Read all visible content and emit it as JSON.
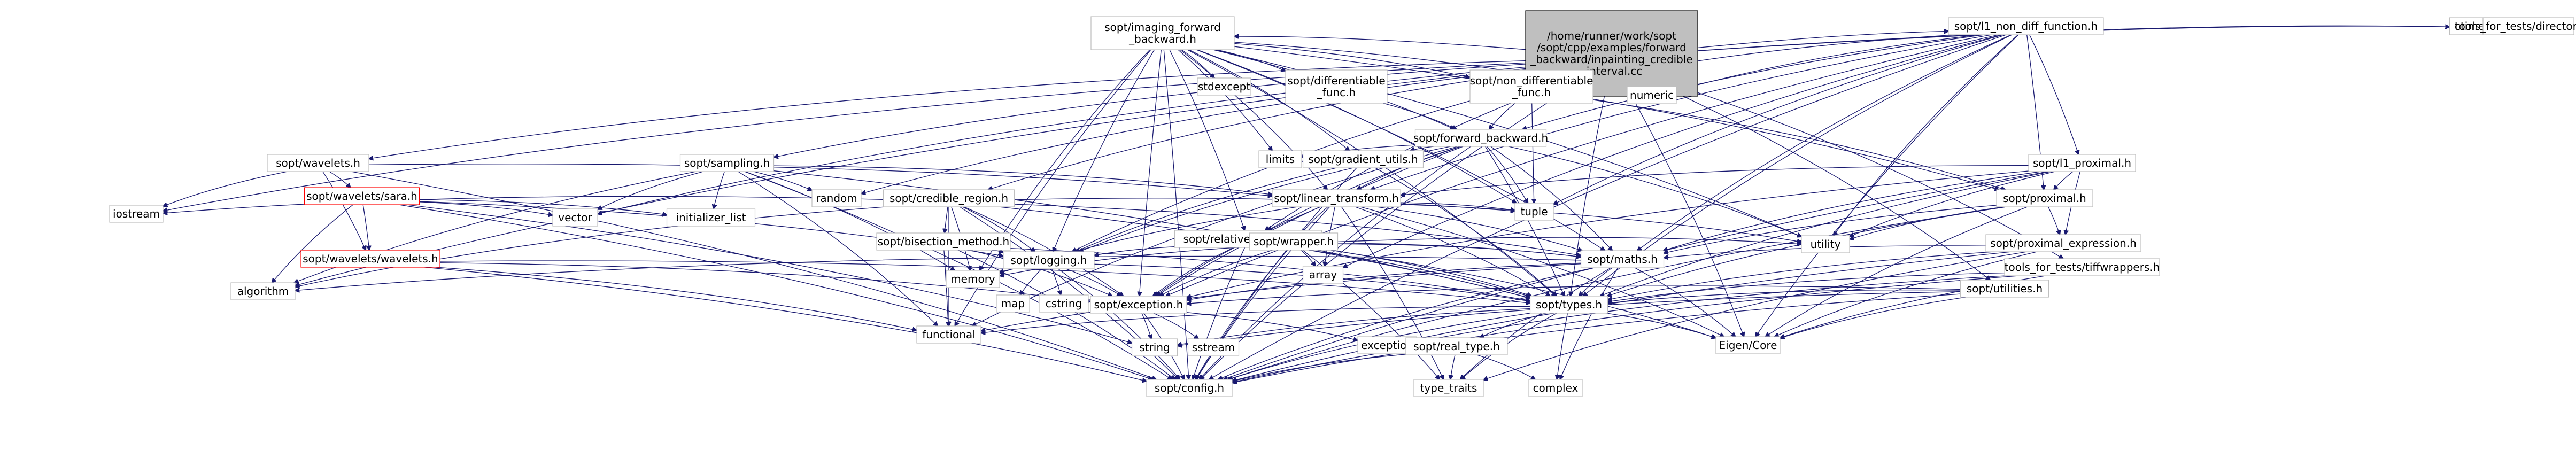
{
  "nodes": [
    {
      "id": "root",
      "lines": [
        "/home/runner/work/sopt",
        "/sopt/cpp/examples/forward",
        "_backward/inpainting_credible",
        "_interval.cc"
      ],
      "style": "root"
    },
    {
      "id": "imaging_fb",
      "lines": [
        "sopt/imaging_forward",
        "_backward.h"
      ],
      "style": "box"
    },
    {
      "id": "l1_non_diff",
      "lines": [
        "sopt/l1_non_diff_function.h"
      ],
      "style": "box"
    },
    {
      "id": "ctime",
      "lines": [
        "ctime"
      ],
      "style": "box"
    },
    {
      "id": "tools_dirs",
      "lines": [
        "tools_for_tests/directories.h"
      ],
      "style": "box"
    },
    {
      "id": "stdexcept",
      "lines": [
        "stdexcept"
      ],
      "style": "box"
    },
    {
      "id": "diff_func",
      "lines": [
        "sopt/differentiable",
        "_func.h"
      ],
      "style": "box"
    },
    {
      "id": "non_diff_func",
      "lines": [
        "sopt/non_differentiable",
        "_func.h"
      ],
      "style": "box"
    },
    {
      "id": "numeric",
      "lines": [
        "numeric"
      ],
      "style": "box"
    },
    {
      "id": "forward_backward",
      "lines": [
        "sopt/forward_backward.h"
      ],
      "style": "box"
    },
    {
      "id": "wavelets",
      "lines": [
        "sopt/wavelets.h"
      ],
      "style": "box"
    },
    {
      "id": "sampling",
      "lines": [
        "sopt/sampling.h"
      ],
      "style": "box"
    },
    {
      "id": "limits",
      "lines": [
        "limits"
      ],
      "style": "box"
    },
    {
      "id": "gradient_utils",
      "lines": [
        "sopt/gradient_utils.h"
      ],
      "style": "box"
    },
    {
      "id": "l1_proximal",
      "lines": [
        "sopt/l1_proximal.h"
      ],
      "style": "box"
    },
    {
      "id": "sara",
      "lines": [
        "sopt/wavelets/sara.h"
      ],
      "style": "red"
    },
    {
      "id": "random",
      "lines": [
        "random"
      ],
      "style": "box"
    },
    {
      "id": "linear_transform",
      "lines": [
        "sopt/linear_transform.h"
      ],
      "style": "box"
    },
    {
      "id": "proximal",
      "lines": [
        "sopt/proximal.h"
      ],
      "style": "box"
    },
    {
      "id": "credible_region",
      "lines": [
        "sopt/credible_region.h"
      ],
      "style": "box"
    },
    {
      "id": "tuple",
      "lines": [
        "tuple"
      ],
      "style": "box"
    },
    {
      "id": "iostream",
      "lines": [
        "iostream"
      ],
      "style": "box"
    },
    {
      "id": "vector",
      "lines": [
        "vector"
      ],
      "style": "box"
    },
    {
      "id": "initializer_list",
      "lines": [
        "initializer_list"
      ],
      "style": "box"
    },
    {
      "id": "bisection",
      "lines": [
        "sopt/bisection_method.h"
      ],
      "style": "box"
    },
    {
      "id": "relative_variation",
      "lines": [
        "sopt/relative_variation.h"
      ],
      "style": "box"
    },
    {
      "id": "wrapper",
      "lines": [
        "sopt/wrapper.h"
      ],
      "style": "box"
    },
    {
      "id": "proximal_expression",
      "lines": [
        "sopt/proximal_expression.h"
      ],
      "style": "box"
    },
    {
      "id": "wavelets_wavelets",
      "lines": [
        "sopt/wavelets/wavelets.h"
      ],
      "style": "red"
    },
    {
      "id": "logging",
      "lines": [
        "sopt/logging.h"
      ],
      "style": "box"
    },
    {
      "id": "array",
      "lines": [
        "array"
      ],
      "style": "box"
    },
    {
      "id": "maths",
      "lines": [
        "sopt/maths.h"
      ],
      "style": "box"
    },
    {
      "id": "utility",
      "lines": [
        "utility"
      ],
      "style": "box"
    },
    {
      "id": "utilities",
      "lines": [
        "sopt/utilities.h"
      ],
      "style": "box"
    },
    {
      "id": "tiffwrappers",
      "lines": [
        "tools_for_tests/tiffwrappers.h"
      ],
      "style": "box"
    },
    {
      "id": "algorithm",
      "lines": [
        "algorithm"
      ],
      "style": "box"
    },
    {
      "id": "memory",
      "lines": [
        "memory"
      ],
      "style": "box"
    },
    {
      "id": "map",
      "lines": [
        "map"
      ],
      "style": "box"
    },
    {
      "id": "cstring",
      "lines": [
        "cstring"
      ],
      "style": "box"
    },
    {
      "id": "types",
      "lines": [
        "sopt/types.h"
      ],
      "style": "box"
    },
    {
      "id": "exception_h",
      "lines": [
        "sopt/exception.h"
      ],
      "style": "box"
    },
    {
      "id": "functional",
      "lines": [
        "functional"
      ],
      "style": "box"
    },
    {
      "id": "string",
      "lines": [
        "string"
      ],
      "style": "box"
    },
    {
      "id": "sstream",
      "lines": [
        "sstream"
      ],
      "style": "box"
    },
    {
      "id": "exception",
      "lines": [
        "exception"
      ],
      "style": "box"
    },
    {
      "id": "eigen_core",
      "lines": [
        "Eigen/Core"
      ],
      "style": "box"
    },
    {
      "id": "real_type",
      "lines": [
        "sopt/real_type.h"
      ],
      "style": "box"
    },
    {
      "id": "config",
      "lines": [
        "sopt/config.h"
      ],
      "style": "box"
    },
    {
      "id": "type_traits",
      "lines": [
        "type_traits"
      ],
      "style": "box"
    },
    {
      "id": "complex",
      "lines": [
        "complex"
      ],
      "style": "box"
    }
  ],
  "edges": [
    [
      "root",
      "imaging_fb"
    ],
    [
      "root",
      "l1_non_diff"
    ],
    [
      "root",
      "ctime"
    ],
    [
      "root",
      "tools_dirs"
    ],
    [
      "root",
      "wavelets"
    ],
    [
      "root",
      "sampling"
    ],
    [
      "root",
      "credible_region"
    ],
    [
      "root",
      "random"
    ],
    [
      "root",
      "iostream"
    ],
    [
      "root",
      "vector"
    ],
    [
      "root",
      "logging"
    ],
    [
      "root",
      "types"
    ],
    [
      "root",
      "config"
    ],
    [
      "root",
      "utilities"
    ],
    [
      "root",
      "tiffwrappers"
    ],
    [
      "root",
      "algorithm"
    ],
    [
      "root",
      "eigen_core"
    ],
    [
      "root",
      "relative_variation"
    ],
    [
      "imaging_fb",
      "stdexcept"
    ],
    [
      "imaging_fb",
      "diff_func"
    ],
    [
      "imaging_fb",
      "non_diff_func"
    ],
    [
      "imaging_fb",
      "numeric"
    ],
    [
      "imaging_fb",
      "forward_backward"
    ],
    [
      "imaging_fb",
      "limits"
    ],
    [
      "imaging_fb",
      "gradient_utils"
    ],
    [
      "imaging_fb",
      "linear_transform"
    ],
    [
      "imaging_fb",
      "proximal"
    ],
    [
      "imaging_fb",
      "tuple"
    ],
    [
      "imaging_fb",
      "utility"
    ],
    [
      "imaging_fb",
      "logging"
    ],
    [
      "imaging_fb",
      "relative_variation"
    ],
    [
      "imaging_fb",
      "exception_h"
    ],
    [
      "imaging_fb",
      "maths"
    ],
    [
      "imaging_fb",
      "types"
    ],
    [
      "imaging_fb",
      "memory"
    ],
    [
      "imaging_fb",
      "functional"
    ],
    [
      "imaging_fb",
      "config"
    ],
    [
      "l1_non_diff",
      "non_diff_func"
    ],
    [
      "l1_non_diff",
      "numeric"
    ],
    [
      "l1_non_diff",
      "forward_backward"
    ],
    [
      "l1_non_diff",
      "l1_proximal"
    ],
    [
      "l1_non_diff",
      "linear_transform"
    ],
    [
      "l1_non_diff",
      "proximal"
    ],
    [
      "l1_non_diff",
      "tuple"
    ],
    [
      "l1_non_diff",
      "utility"
    ],
    [
      "l1_non_diff",
      "array"
    ],
    [
      "l1_non_diff",
      "maths"
    ],
    [
      "l1_non_diff",
      "types"
    ],
    [
      "l1_non_diff",
      "exception_h"
    ],
    [
      "l1_non_diff",
      "config"
    ],
    [
      "l1_non_diff",
      "eigen_core"
    ],
    [
      "diff_func",
      "forward_backward"
    ],
    [
      "non_diff_func",
      "forward_backward"
    ],
    [
      "non_diff_func",
      "tuple"
    ],
    [
      "non_diff_func",
      "proximal"
    ],
    [
      "forward_backward",
      "limits"
    ],
    [
      "forward_backward",
      "gradient_utils"
    ],
    [
      "forward_backward",
      "linear_transform"
    ],
    [
      "forward_backward",
      "tuple"
    ],
    [
      "forward_backward",
      "utility"
    ],
    [
      "forward_backward",
      "logging"
    ],
    [
      "forward_backward",
      "relative_variation"
    ],
    [
      "forward_backward",
      "exception_h"
    ],
    [
      "forward_backward",
      "maths"
    ],
    [
      "forward_backward",
      "types"
    ],
    [
      "forward_backward",
      "functional"
    ],
    [
      "forward_backward",
      "config"
    ],
    [
      "wavelets",
      "sara"
    ],
    [
      "wavelets",
      "wavelets_wavelets"
    ],
    [
      "wavelets",
      "linear_transform"
    ],
    [
      "wavelets",
      "iostream"
    ],
    [
      "wavelets",
      "config"
    ],
    [
      "sampling",
      "linear_transform"
    ],
    [
      "sampling",
      "random"
    ],
    [
      "sampling",
      "vector"
    ],
    [
      "sampling",
      "initializer_list"
    ],
    [
      "sampling",
      "memory"
    ],
    [
      "sampling",
      "types"
    ],
    [
      "sampling",
      "config"
    ],
    [
      "sampling",
      "functional"
    ],
    [
      "sampling",
      "algorithm"
    ],
    [
      "gradient_utils",
      "logging"
    ],
    [
      "gradient_utils",
      "types"
    ],
    [
      "gradient_utils",
      "config"
    ],
    [
      "l1_proximal",
      "linear_transform"
    ],
    [
      "l1_proximal",
      "proximal"
    ],
    [
      "l1_proximal",
      "proximal_expression"
    ],
    [
      "l1_proximal",
      "maths"
    ],
    [
      "l1_proximal",
      "types"
    ],
    [
      "l1_proximal",
      "exception_h"
    ],
    [
      "l1_proximal",
      "config"
    ],
    [
      "l1_proximal",
      "utility"
    ],
    [
      "sara",
      "vector"
    ],
    [
      "sara",
      "initializer_list"
    ],
    [
      "sara",
      "algorithm"
    ],
    [
      "sara",
      "wavelets_wavelets"
    ],
    [
      "sara",
      "logging"
    ],
    [
      "sara",
      "string"
    ],
    [
      "sara",
      "config"
    ],
    [
      "linear_transform",
      "tuple"
    ],
    [
      "linear_transform",
      "wrapper"
    ],
    [
      "linear_transform",
      "array"
    ],
    [
      "linear_transform",
      "memory"
    ],
    [
      "linear_transform",
      "utility"
    ],
    [
      "linear_transform",
      "maths"
    ],
    [
      "linear_transform",
      "types"
    ],
    [
      "linear_transform",
      "exception_h"
    ],
    [
      "linear_transform",
      "eigen_core"
    ],
    [
      "linear_transform",
      "type_traits"
    ],
    [
      "linear_transform",
      "config"
    ],
    [
      "proximal",
      "proximal_expression"
    ],
    [
      "proximal",
      "maths"
    ],
    [
      "proximal",
      "types"
    ],
    [
      "proximal",
      "eigen_core"
    ],
    [
      "proximal",
      "config"
    ],
    [
      "proximal",
      "utility"
    ],
    [
      "credible_region",
      "bisection"
    ],
    [
      "credible_region",
      "logging"
    ],
    [
      "credible_region",
      "maths"
    ],
    [
      "credible_region",
      "types"
    ],
    [
      "credible_region",
      "functional"
    ],
    [
      "credible_region",
      "algorithm"
    ],
    [
      "credible_region",
      "iostream"
    ],
    [
      "credible_region",
      "tuple"
    ],
    [
      "credible_region",
      "config"
    ],
    [
      "credible_region",
      "memory"
    ],
    [
      "credible_region",
      "exception_h"
    ],
    [
      "bisection",
      "logging"
    ],
    [
      "bisection",
      "types"
    ],
    [
      "bisection",
      "exception_h"
    ],
    [
      "bisection",
      "functional"
    ],
    [
      "bisection",
      "config"
    ],
    [
      "relative_variation",
      "logging"
    ],
    [
      "relative_variation",
      "maths"
    ],
    [
      "relative_variation",
      "types"
    ],
    [
      "relative_variation",
      "exception_h"
    ],
    [
      "relative_variation",
      "config"
    ],
    [
      "wrapper",
      "array"
    ],
    [
      "wrapper",
      "memory"
    ],
    [
      "wrapper",
      "utility"
    ],
    [
      "wrapper",
      "maths"
    ],
    [
      "wrapper",
      "types"
    ],
    [
      "wrapper",
      "exception_h"
    ],
    [
      "wrapper",
      "type_traits"
    ],
    [
      "wrapper",
      "config"
    ],
    [
      "wrapper",
      "eigen_core"
    ],
    [
      "proximal_expression",
      "maths"
    ],
    [
      "proximal_expression",
      "types"
    ],
    [
      "proximal_expression",
      "eigen_core"
    ],
    [
      "proximal_expression",
      "type_traits"
    ],
    [
      "proximal_expression",
      "config"
    ],
    [
      "wavelets_wavelets",
      "types"
    ],
    [
      "wavelets_wavelets",
      "exception_h"
    ],
    [
      "wavelets_wavelets",
      "config"
    ],
    [
      "wavelets_wavelets",
      "functional"
    ],
    [
      "logging",
      "memory"
    ],
    [
      "logging",
      "map"
    ],
    [
      "logging",
      "cstring"
    ],
    [
      "logging",
      "exception_h"
    ],
    [
      "logging",
      "config"
    ],
    [
      "logging",
      "types"
    ],
    [
      "maths",
      "types"
    ],
    [
      "maths",
      "exception_h"
    ],
    [
      "maths",
      "eigen_core"
    ],
    [
      "maths",
      "complex"
    ],
    [
      "maths",
      "type_traits"
    ],
    [
      "maths",
      "config"
    ],
    [
      "maths",
      "functional"
    ],
    [
      "maths",
      "algorithm"
    ],
    [
      "utilities",
      "types"
    ],
    [
      "utilities",
      "exception_h"
    ],
    [
      "utilities",
      "eigen_core"
    ],
    [
      "utilities",
      "config"
    ],
    [
      "utilities",
      "string"
    ],
    [
      "tiffwrappers",
      "types"
    ],
    [
      "tiffwrappers",
      "eigen_core"
    ],
    [
      "tiffwrappers",
      "config"
    ],
    [
      "tiffwrappers",
      "exception"
    ],
    [
      "types",
      "functional"
    ],
    [
      "types",
      "complex"
    ],
    [
      "types",
      "eigen_core"
    ],
    [
      "types",
      "real_type"
    ],
    [
      "types",
      "config"
    ],
    [
      "types",
      "type_traits"
    ],
    [
      "types",
      "string"
    ],
    [
      "exception_h",
      "exception"
    ],
    [
      "exception_h",
      "string"
    ],
    [
      "exception_h",
      "sstream"
    ],
    [
      "exception_h",
      "config"
    ],
    [
      "real_type",
      "type_traits"
    ],
    [
      "real_type",
      "complex"
    ],
    [
      "real_type",
      "config"
    ]
  ]
}
